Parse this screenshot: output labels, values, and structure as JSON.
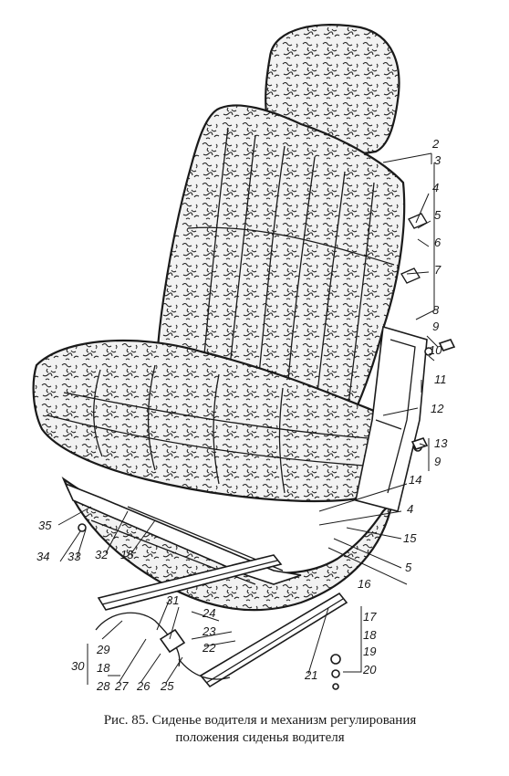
{
  "figure": {
    "caption_line1": "Рис. 85. Сиденье водителя и механизм регулирования",
    "caption_line2": "положения сиденья водителя"
  },
  "callouts": [
    {
      "id": "c2",
      "text": "2"
    },
    {
      "id": "c3",
      "text": "3"
    },
    {
      "id": "c4a",
      "text": "4"
    },
    {
      "id": "c5a",
      "text": "5"
    },
    {
      "id": "c6",
      "text": "6"
    },
    {
      "id": "c7",
      "text": "7"
    },
    {
      "id": "c8",
      "text": "8"
    },
    {
      "id": "c9a",
      "text": "9"
    },
    {
      "id": "c10",
      "text": "10"
    },
    {
      "id": "c11",
      "text": "11"
    },
    {
      "id": "c12",
      "text": "12"
    },
    {
      "id": "c13",
      "text": "13"
    },
    {
      "id": "c9b",
      "text": "9"
    },
    {
      "id": "c14",
      "text": "14"
    },
    {
      "id": "c4b",
      "text": "4"
    },
    {
      "id": "c15a",
      "text": "15"
    },
    {
      "id": "c5b",
      "text": "5"
    },
    {
      "id": "c16",
      "text": "16"
    },
    {
      "id": "c35",
      "text": "35"
    },
    {
      "id": "c34",
      "text": "34"
    },
    {
      "id": "c33",
      "text": "33"
    },
    {
      "id": "c32",
      "text": "32"
    },
    {
      "id": "c15b",
      "text": "15"
    },
    {
      "id": "c31",
      "text": "31"
    },
    {
      "id": "c29",
      "text": "29"
    },
    {
      "id": "c30",
      "text": "30"
    },
    {
      "id": "c18a",
      "text": "18"
    },
    {
      "id": "c28",
      "text": "28"
    },
    {
      "id": "c27",
      "text": "27"
    },
    {
      "id": "c26",
      "text": "26"
    },
    {
      "id": "c25",
      "text": "25"
    },
    {
      "id": "c24",
      "text": "24"
    },
    {
      "id": "c23",
      "text": "23"
    },
    {
      "id": "c22",
      "text": "22"
    },
    {
      "id": "c21",
      "text": "21"
    },
    {
      "id": "c17",
      "text": "17"
    },
    {
      "id": "c18b",
      "text": "18"
    },
    {
      "id": "c19",
      "text": "19"
    },
    {
      "id": "c20",
      "text": "20"
    }
  ]
}
